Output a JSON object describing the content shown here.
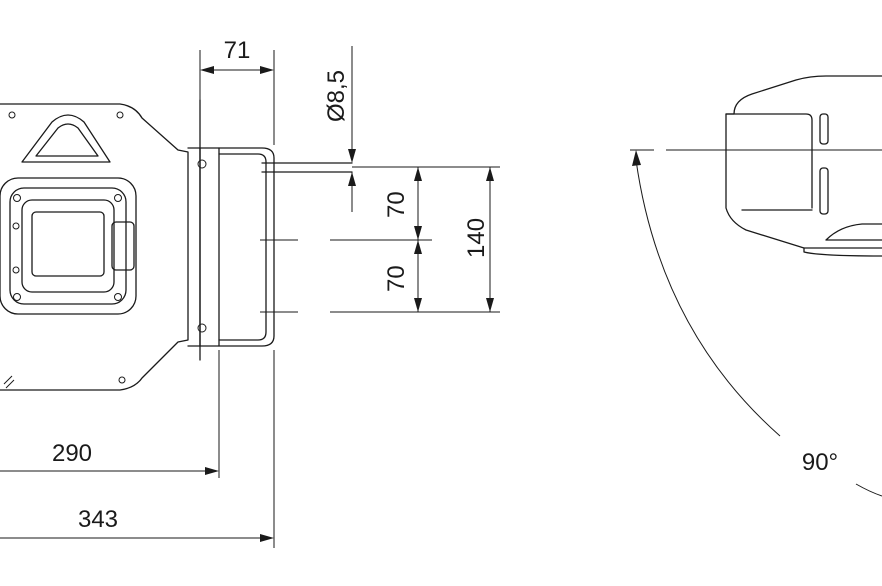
{
  "dimensions": {
    "width_top": "71",
    "hole_diameter": "Ø8,5",
    "spacing_upper": "70",
    "spacing_lower": "70",
    "spacing_total": "140",
    "depth_inner": "290",
    "depth_outer": "343",
    "swing_angle": "90°"
  },
  "colors": {
    "line": "#1a1a1a",
    "background": "#ffffff"
  }
}
